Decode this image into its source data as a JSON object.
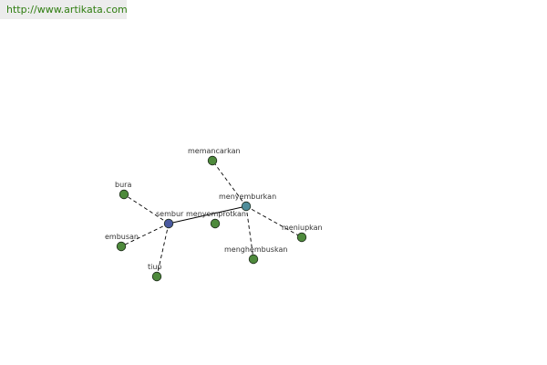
{
  "source": {
    "url": "http://www.artikata.com"
  },
  "colors": {
    "url_text": "#2e7d0f",
    "edge": "#000000",
    "leaf_node": "#4e8a3c",
    "root_node": "#4a5aa0",
    "hub_node": "#4f8d9a",
    "node_outline": "#1d2a1a"
  },
  "graph": {
    "nodes": [
      {
        "id": "sembur",
        "label": "sembur",
        "kind": "root"
      },
      {
        "id": "menyemburkan",
        "label": "menyemburkan",
        "kind": "hub"
      },
      {
        "id": "memancarkan",
        "label": "memancarkan",
        "kind": "leaf"
      },
      {
        "id": "bura",
        "label": "bura",
        "kind": "leaf"
      },
      {
        "id": "menyemprotkan",
        "label": "menyemprotkan",
        "kind": "leaf"
      },
      {
        "id": "meniupkan",
        "label": "meniupkan",
        "kind": "leaf"
      },
      {
        "id": "embusan",
        "label": "embusan",
        "kind": "leaf"
      },
      {
        "id": "menghembuskan",
        "label": "menghembuskan",
        "kind": "leaf"
      },
      {
        "id": "tiup",
        "label": "tiup",
        "kind": "leaf"
      }
    ],
    "edges": [
      {
        "from": "sembur",
        "to": "menyemburkan",
        "style": "solid"
      },
      {
        "from": "sembur",
        "to": "bura",
        "style": "dashed"
      },
      {
        "from": "sembur",
        "to": "embusan",
        "style": "dashed"
      },
      {
        "from": "sembur",
        "to": "tiup",
        "style": "dashed"
      },
      {
        "from": "menyemburkan",
        "to": "memancarkan",
        "style": "dashed"
      },
      {
        "from": "menyemburkan",
        "to": "meniupkan",
        "style": "dashed"
      },
      {
        "from": "menyemburkan",
        "to": "menghembuskan",
        "style": "dashed"
      }
    ]
  }
}
